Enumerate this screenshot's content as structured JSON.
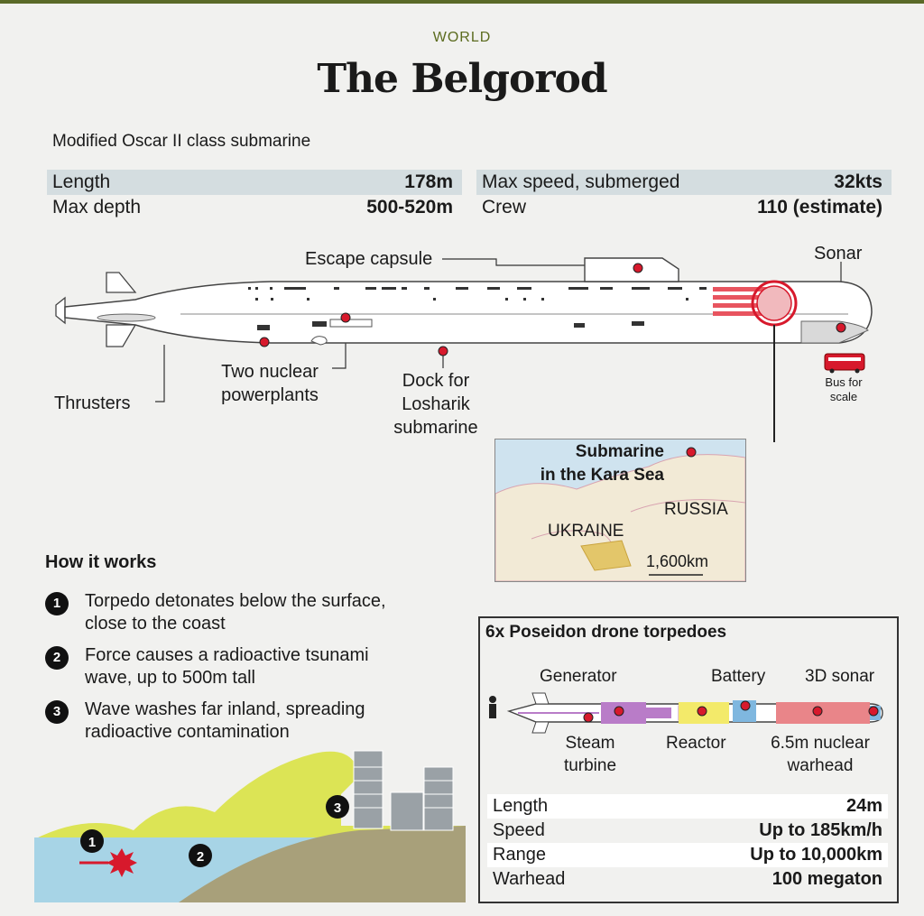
{
  "header": {
    "section": "WORLD",
    "title": "The Belgorod"
  },
  "subtitle": "Modified Oscar II class submarine",
  "specs": {
    "length_label": "Length",
    "length_value": "178m",
    "depth_label": "Max depth",
    "depth_value": "500-520m",
    "speed_label": "Max speed, submerged",
    "speed_value": "32kts",
    "crew_label": "Crew",
    "crew_value": "110 (estimate)"
  },
  "sub_labels": {
    "escape": "Escape capsule",
    "sonar": "Sonar",
    "thrusters": "Thrusters",
    "plants": [
      "Two nuclear",
      "powerplants"
    ],
    "dock": [
      "Dock for",
      "Losharik",
      "submarine"
    ],
    "bus": [
      "Bus for",
      "scale"
    ]
  },
  "map": {
    "caption": [
      "Submarine",
      "in the Kara Sea"
    ],
    "russia": "RUSSIA",
    "ukraine": "UKRAINE",
    "scale": "1,600km"
  },
  "how": {
    "title": "How it works",
    "steps": [
      {
        "num": "1",
        "text": "Torpedo detonates below the surface, close to the coast"
      },
      {
        "num": "2",
        "text": "Force causes a radioactive tsunami wave, up to 500m tall"
      },
      {
        "num": "3",
        "text": "Wave washes far inland, spreading radioactive contamination"
      }
    ]
  },
  "torpedo": {
    "title": "6x Poseidon drone torpedoes",
    "generator": "Generator",
    "battery": "Battery",
    "sonar3d": "3D sonar",
    "steam": [
      "Steam",
      "turbine"
    ],
    "reactor": "Reactor",
    "warhead_label": [
      "6.5m nuclear",
      "warhead"
    ],
    "table": [
      {
        "k": "Length",
        "v": "24m"
      },
      {
        "k": "Speed",
        "v": "Up to 185km/h"
      },
      {
        "k": "Range",
        "v": "Up to 10,000km"
      },
      {
        "k": "Warhead",
        "v": "100 megaton"
      }
    ]
  },
  "colors": {
    "accent": "#d7192c",
    "olive": "#5b6b1e",
    "sea": "#a7d4e6",
    "land": "#a8a07a",
    "wave": "#d8e23a"
  }
}
